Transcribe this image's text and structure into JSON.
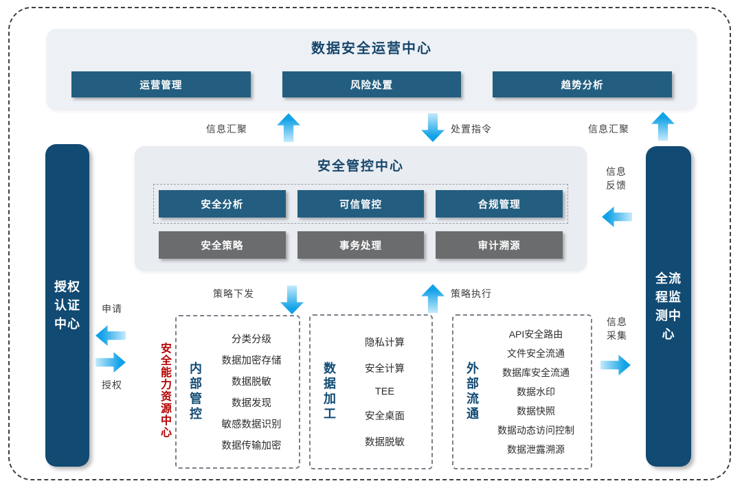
{
  "top_center": {
    "title": "数据安全运营中心",
    "buttons": [
      "运营管理",
      "风险处置",
      "趋势分析"
    ]
  },
  "control_center": {
    "title": "安全管控中心",
    "row1": [
      "安全分析",
      "可信管控",
      "合规管理"
    ],
    "row2": [
      "安全策略",
      "事务处理",
      "审计溯源"
    ]
  },
  "left_bar": {
    "label": "授权认证中心"
  },
  "right_bar": {
    "label": "全流程监测中心"
  },
  "resource_center": {
    "label": "安全能力资源中心"
  },
  "flows": {
    "info_aggregation_left": "信息汇聚",
    "disposal_instruction": "处置指令",
    "info_aggregation_right": "信息汇聚",
    "info_feedback": "信息反馈",
    "policy_issue": "策略下发",
    "policy_execute": "策略执行",
    "apply": "申请",
    "authorize": "授权",
    "info_collect": "信息采集"
  },
  "bottom_boxes": [
    {
      "label": "内部管控",
      "items": [
        "分类分级",
        "数据加密存储",
        "数据脱敏",
        "数据发现",
        "敏感数据识别",
        "数据传输加密"
      ]
    },
    {
      "label": "数据加工",
      "items": [
        "隐私计算",
        "安全计算",
        "TEE",
        "安全桌面",
        "数据脱敏"
      ]
    },
    {
      "label": "外部流通",
      "items": [
        "API安全路由",
        "文件安全流通",
        "数据库安全流通",
        "数据水印",
        "数据快照",
        "数据动态访问控制",
        "数据泄露溯源"
      ]
    }
  ],
  "colors": {
    "navy": "#114a73",
    "teal_button": "#235e80",
    "gray_button": "#6b6c6e",
    "panel_bg": "#edf0f5",
    "arrow_cyan": "#12a2e7",
    "resource_red": "#b30000"
  }
}
